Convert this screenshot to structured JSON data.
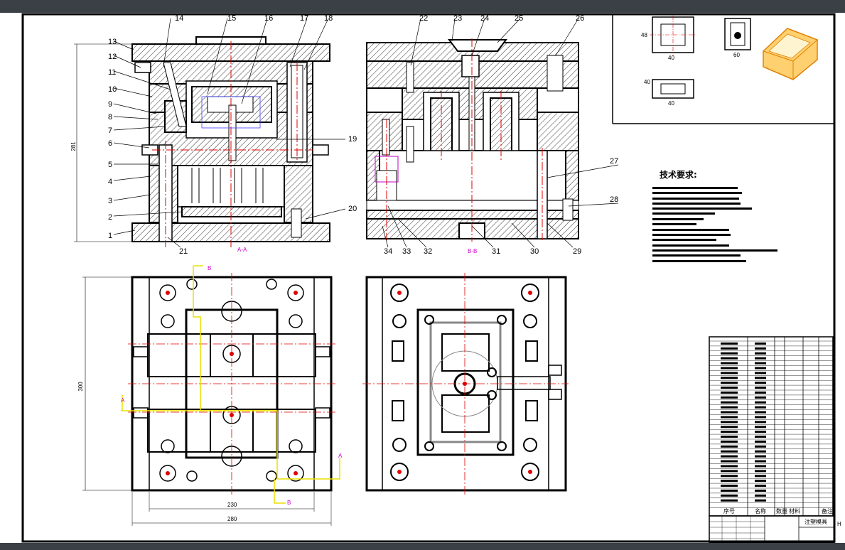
{
  "drawing": {
    "part_labels_front": [
      "1",
      "2",
      "3",
      "4",
      "5",
      "6",
      "7",
      "8",
      "9",
      "10",
      "11",
      "12",
      "13",
      "14",
      "15",
      "16",
      "17",
      "18",
      "19",
      "20",
      "21"
    ],
    "part_labels_side": [
      "22",
      "23",
      "24",
      "25",
      "26",
      "27",
      "28",
      "29",
      "30",
      "31",
      "32",
      "33",
      "34"
    ],
    "section_a": "A-A",
    "section_b": "B-B",
    "dim_height_front": "281",
    "dim_height_plan": "300",
    "dim_width_inner": "230",
    "dim_width_outer": "280",
    "tech_req_title": "技术要求:",
    "cut_mark_a": "A",
    "cut_mark_b": "B",
    "part_dims": [
      "40",
      "48",
      "60",
      "40",
      "40"
    ],
    "title_block_labels": [
      "序号",
      "名称",
      "数量",
      "材料",
      "备注"
    ],
    "title_name": "注塑模具",
    "right_edge_mark": "H"
  }
}
